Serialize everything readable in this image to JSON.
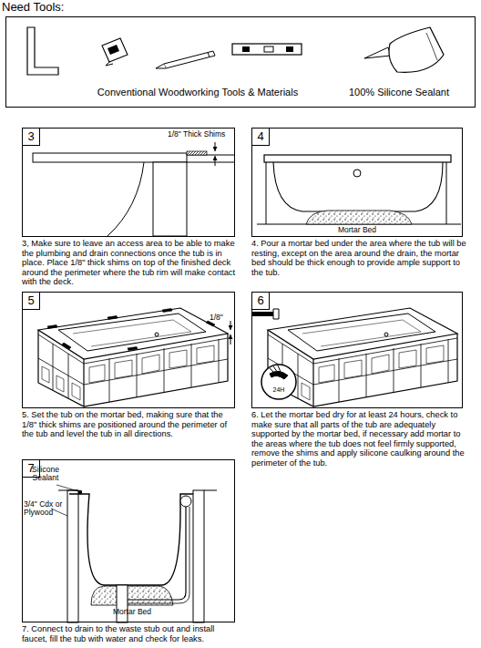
{
  "diagram": {
    "title": "Need Tools:",
    "nodes": [
      {
        "text": [
          "Conventional Woodworking Tools & Materials",
          "100% Silicone Sealant"
        ]
      },
      {
        "text": [
          "3, Make sure to leave an access area to be able to make the plumbing and drain connections once the tub is in place. Place 1/8\" thick shims on top of the finished deck around the perimeter where the tub rim will make contact with the deck."
        ]
      },
      {
        "text": [
          "3"
        ],
        "in": 1
      },
      {
        "text": [
          "4. Pour a mortar bed under the area where the tub will be resting, except on the area around the drain, the mortar bed should be thick enough to provide ample support to the tub."
        ]
      },
      {
        "text": [
          "4"
        ],
        "in": 3
      },
      {
        "text": [
          "5. Set the tub on the mortar bed, making sure that the 1/8\" thick shims are positioned around the perimeter of the tub and level the tub in all directions."
        ]
      },
      {
        "text": [
          "5"
        ],
        "in": 5
      },
      {
        "text": [
          "6. Let the mortar bed dry for at least 24 hours, check to make sure that all parts of the tub are adequately supported by the mortar bed, if necessary add mortar to the areas where the tub does not feel firmly supported, remove the shims and apply silicone caulking around the perimeter of the tub."
        ]
      },
      {
        "text": [
          "6"
        ],
        "in": 7
      },
      {
        "text": [
          "7. Connect to drain to the waste stub out and install faucet, fill the tub with water and check for leaks."
        ]
      },
      {
        "text": [
          "7"
        ],
        "in": 9
      }
    ],
    "labels": [
      "1/8\" Thick Shims",
      "Mortar Bed",
      "1/8\"",
      "24H",
      "Silicone Sealant",
      "3/4\" Cdx or Plywood",
      "Mortar Bed"
    ]
  }
}
